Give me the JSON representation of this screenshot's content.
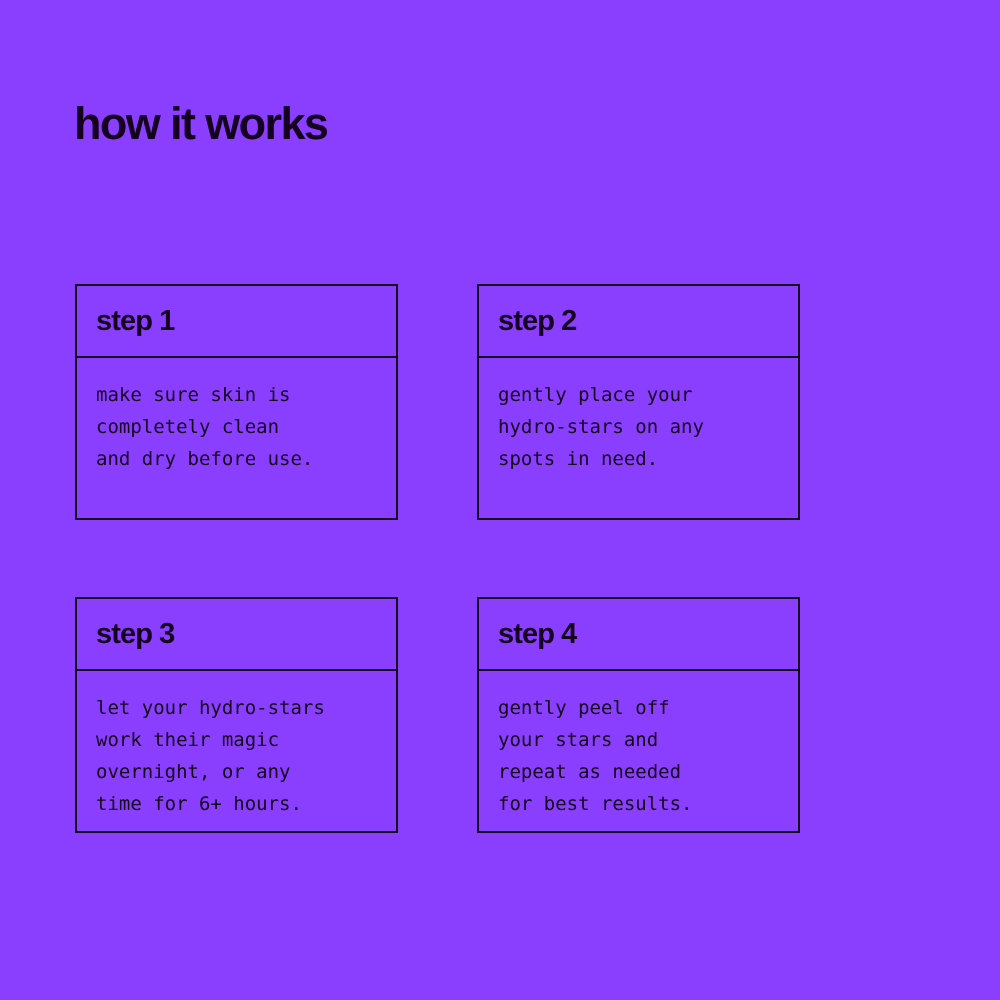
{
  "theme": {
    "background_color": "#8B3FFE",
    "ink_color": "#16001f"
  },
  "header": {
    "title": "how it works"
  },
  "steps": [
    {
      "label": "step 1",
      "body": "make sure skin is\ncompletely clean\nand dry before use."
    },
    {
      "label": "step 2",
      "body": "gently place your\nhydro-stars on any\nspots in need."
    },
    {
      "label": "step 3",
      "body": "let your hydro-stars\nwork their magic\novernight, or any\ntime for 6+ hours."
    },
    {
      "label": "step 4",
      "body": "gently peel off\nyour stars and\nrepeat as needed\nfor best results."
    }
  ]
}
